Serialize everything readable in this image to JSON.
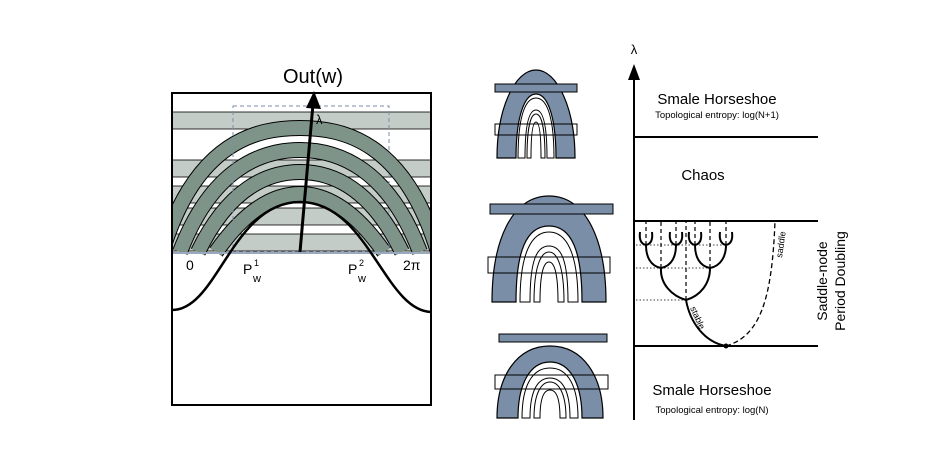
{
  "left_panel": {
    "title": "Out(w)",
    "arrow_label": "λ",
    "tick_zero": "0",
    "tick_two_pi": "2π",
    "p1_base": "P",
    "p1_sup": "1",
    "p1_sub": "w",
    "p2_base": "P",
    "p2_sup": "2",
    "p2_sub": "w"
  },
  "right_panel": {
    "axis_label": "λ",
    "top_region_title": "Smale Horseshoe",
    "top_region_entropy": "Topological entropy: log(N+1)",
    "middle_region_title": "Chaos",
    "bottom_region_title": "Smale Horseshoe",
    "bottom_region_entropy": "Topological entropy: log(N)",
    "side_label_line1": "Saddle-node",
    "side_label_line2": "Period Doubling",
    "saddle_branch_label": "saddle",
    "stable_branch_label": "stable"
  },
  "colors": {
    "band_fill": "#7a8ea8",
    "stripe_fill": "#c3ccc6",
    "arch_fill": "#7f9488",
    "line": "#000000"
  }
}
